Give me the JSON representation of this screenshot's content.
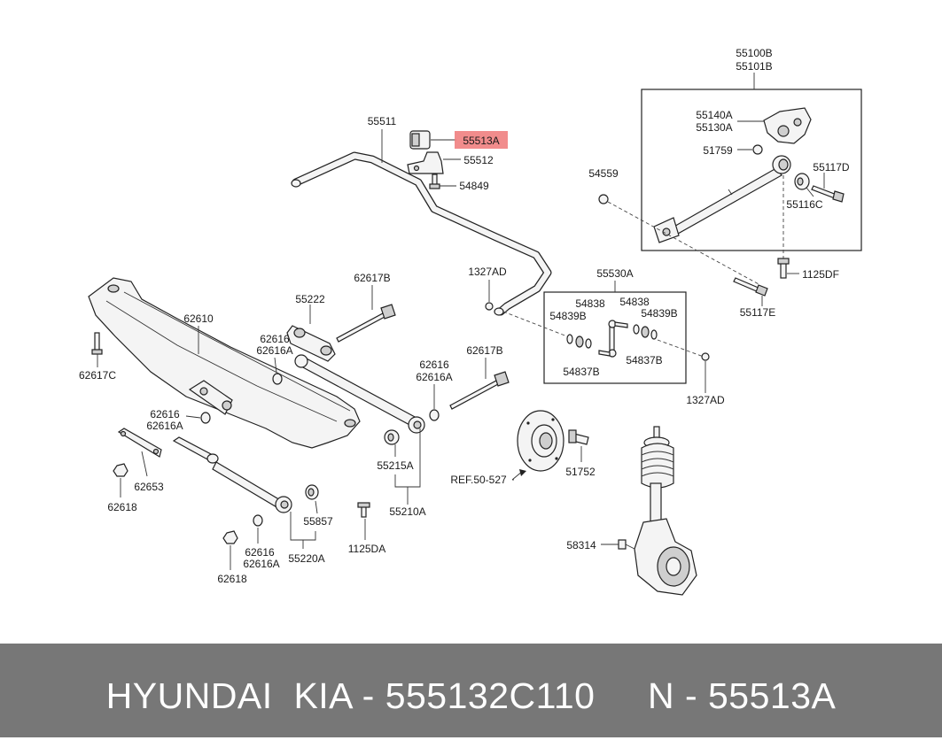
{
  "highlight": {
    "label": "55513A",
    "color": "#f08080"
  },
  "labels": {
    "p55100B": "55100B",
    "p55101B": "55101B",
    "p55140A": "55140A",
    "p55130A": "55130A",
    "p51759": "51759",
    "p55117D": "55117D",
    "p55116C": "55116C",
    "p54559": "54559",
    "p1125DF": "1125DF",
    "p55117E": "55117E",
    "p55511": "55511",
    "p55512": "55512",
    "p54849": "54849",
    "p1327AD_a": "1327AD",
    "p1327AD_b": "1327AD",
    "p55530A": "55530A",
    "p54838_a": "54838",
    "p54838_b": "54838",
    "p54839B_a": "54839B",
    "p54839B_b": "54839B",
    "p54837B_a": "54837B",
    "p54837B_b": "54837B",
    "p62617B_a": "62617B",
    "p62617B_b": "62617B",
    "p55222": "55222",
    "p62610": "62610",
    "p62617C": "62617C",
    "p62616_a": "62616",
    "p62616A_a": "62616A",
    "p62616_b": "62616",
    "p62616A_b": "62616A",
    "p62616_c": "62616",
    "p62616A_c": "62616A",
    "p62616_d": "62616",
    "p62616A_d": "62616A",
    "p62653": "62653",
    "p62618_a": "62618",
    "p62618_b": "62618",
    "p55857": "55857",
    "p55220A": "55220A",
    "p1125DA": "1125DA",
    "p55215A": "55215A",
    "p55210A": "55210A",
    "pREF": "REF.50-527",
    "p51752": "51752",
    "p58314": "58314"
  },
  "footer": {
    "text": "HYUNDAI  KIA - 555132C110     N - 55513A",
    "background": "#777777"
  }
}
